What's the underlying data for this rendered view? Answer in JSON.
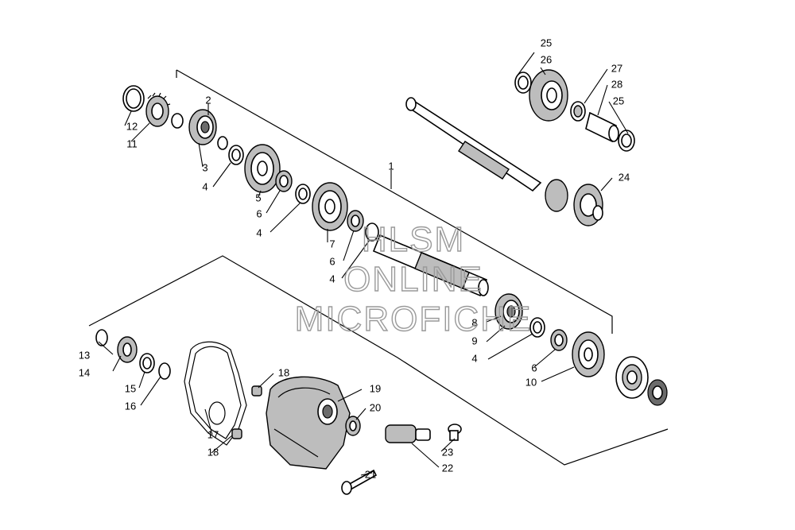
{
  "callouts": {
    "c1": "1",
    "c2": "2",
    "c3": "3",
    "c4a": "4",
    "c4b": "4",
    "c4c": "4",
    "c4d": "4",
    "c5": "5",
    "c6a": "6",
    "c6b": "6",
    "c6c": "6",
    "c7": "7",
    "c8": "8",
    "c9": "9",
    "c10": "10",
    "c11": "11",
    "c12": "12",
    "c13": "13",
    "c14": "14",
    "c15": "15",
    "c16": "16",
    "c17": "17",
    "c18a": "18",
    "c18b": "18",
    "c19": "19",
    "c20": "20",
    "c21": "21",
    "c22": "22",
    "c23": "23",
    "c24": "24",
    "c25a": "25",
    "c25b": "25",
    "c26": "26",
    "c27": "27",
    "c28": "28"
  },
  "watermark": {
    "line1": "HLSM",
    "line2": "ONLINE",
    "line3": "MICROFICHE"
  }
}
